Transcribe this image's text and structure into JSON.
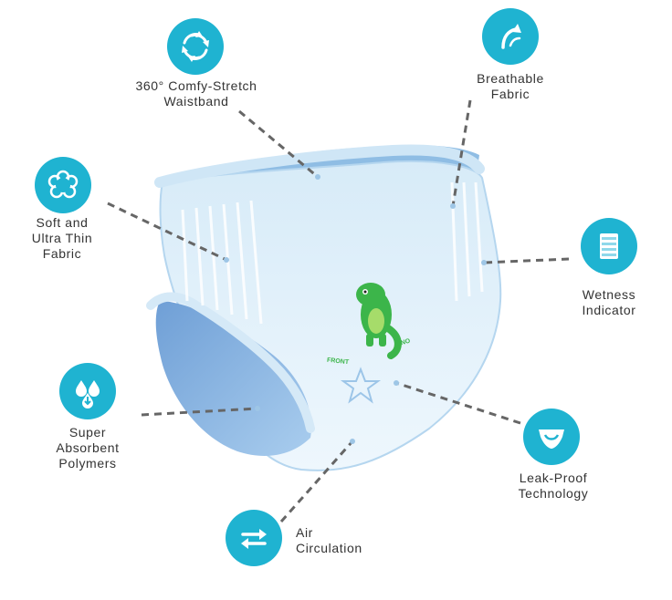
{
  "features": [
    {
      "id": "waistband",
      "lines": [
        "360° Comfy-Stretch",
        "Waistband"
      ],
      "icon": "rotate-arrows-icon"
    },
    {
      "id": "breathable",
      "lines": [
        "Breathable",
        "Fabric"
      ],
      "icon": "curved-arrow-icon"
    },
    {
      "id": "soft",
      "lines": [
        "Soft and",
        "Ultra Thin",
        "Fabric"
      ],
      "icon": "cloud-flower-icon"
    },
    {
      "id": "wetness",
      "lines": [
        "Wetness",
        "Indicator"
      ],
      "icon": "striped-gauge-icon"
    },
    {
      "id": "absorbent",
      "lines": [
        "Super",
        "Absorbent",
        "Polymers"
      ],
      "icon": "water-drops-icon"
    },
    {
      "id": "leakproof",
      "lines": [
        "Leak-Proof",
        "Technology"
      ],
      "icon": "diaper-icon"
    },
    {
      "id": "air",
      "lines": [
        "Air",
        "Circulation"
      ],
      "icon": "swap-arrows-icon"
    }
  ],
  "product": {
    "print_front": "FRONT",
    "print_dino": "DINO"
  },
  "colors": {
    "accent": "#1fb3d1",
    "text": "#333333",
    "leader": "#666666",
    "diaper_light": "#e4f2fb",
    "diaper_mid": "#bcdcf2",
    "diaper_dark": "#7fb0dd",
    "dino": "#3cb54a"
  }
}
